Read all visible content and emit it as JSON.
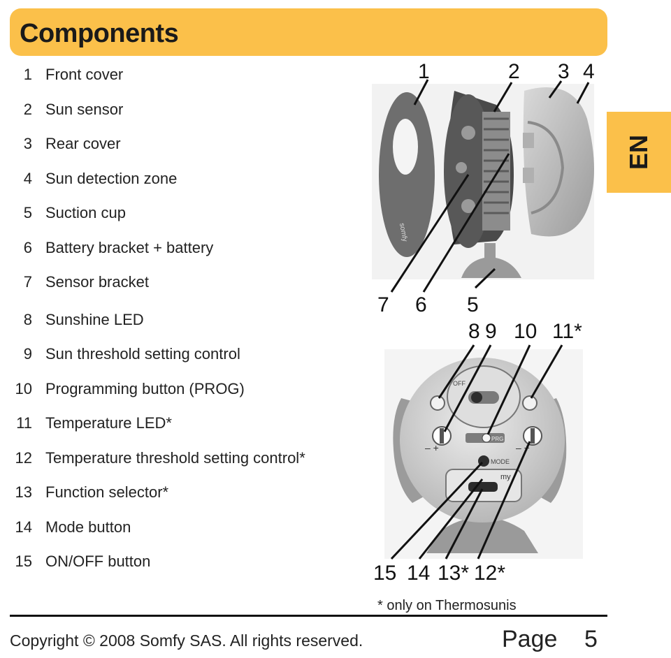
{
  "title": "Components",
  "lang_tab": "EN",
  "components": [
    {
      "num": "1",
      "label": "Front cover"
    },
    {
      "num": "2",
      "label": "Sun sensor"
    },
    {
      "num": "3",
      "label": "Rear cover"
    },
    {
      "num": "4",
      "label": "Sun detection zone"
    },
    {
      "num": "5",
      "label": "Suction cup"
    },
    {
      "num": "6",
      "label": "Battery bracket + battery"
    },
    {
      "num": "7",
      "label": "Sensor bracket"
    },
    {
      "num": "8",
      "label": "Sunshine LED"
    },
    {
      "num": "9",
      "label": "Sun threshold setting control"
    },
    {
      "num": "10",
      "label": "Programming button (PROG)"
    },
    {
      "num": "11",
      "label": "Temperature LED*"
    },
    {
      "num": "12",
      "label": "Temperature threshold setting control*"
    },
    {
      "num": "13",
      "label": "Function selector*"
    },
    {
      "num": "14",
      "label": "Mode button"
    },
    {
      "num": "15",
      "label": "ON/OFF button"
    }
  ],
  "figure": {
    "top_callouts": {
      "c1": "1",
      "c2": "2",
      "c3": "3",
      "c4": "4",
      "c7": "7",
      "c6": "6",
      "c5": "5"
    },
    "bottom_callouts": {
      "c8": "8",
      "c9": "9",
      "c10": "10",
      "c11": "11*",
      "c15": "15",
      "c14": "14",
      "c13": "13*",
      "c12": "12*"
    },
    "device_labels": {
      "brand": "somfy",
      "mode": "MODE",
      "my": "my",
      "prog": "PRG",
      "off": "OFF"
    }
  },
  "footnote": "* only on Thermosunis",
  "copyright": "Copyright © 2008 Somfy SAS. All rights reserved.",
  "page_label": "Page",
  "page_number": "5"
}
